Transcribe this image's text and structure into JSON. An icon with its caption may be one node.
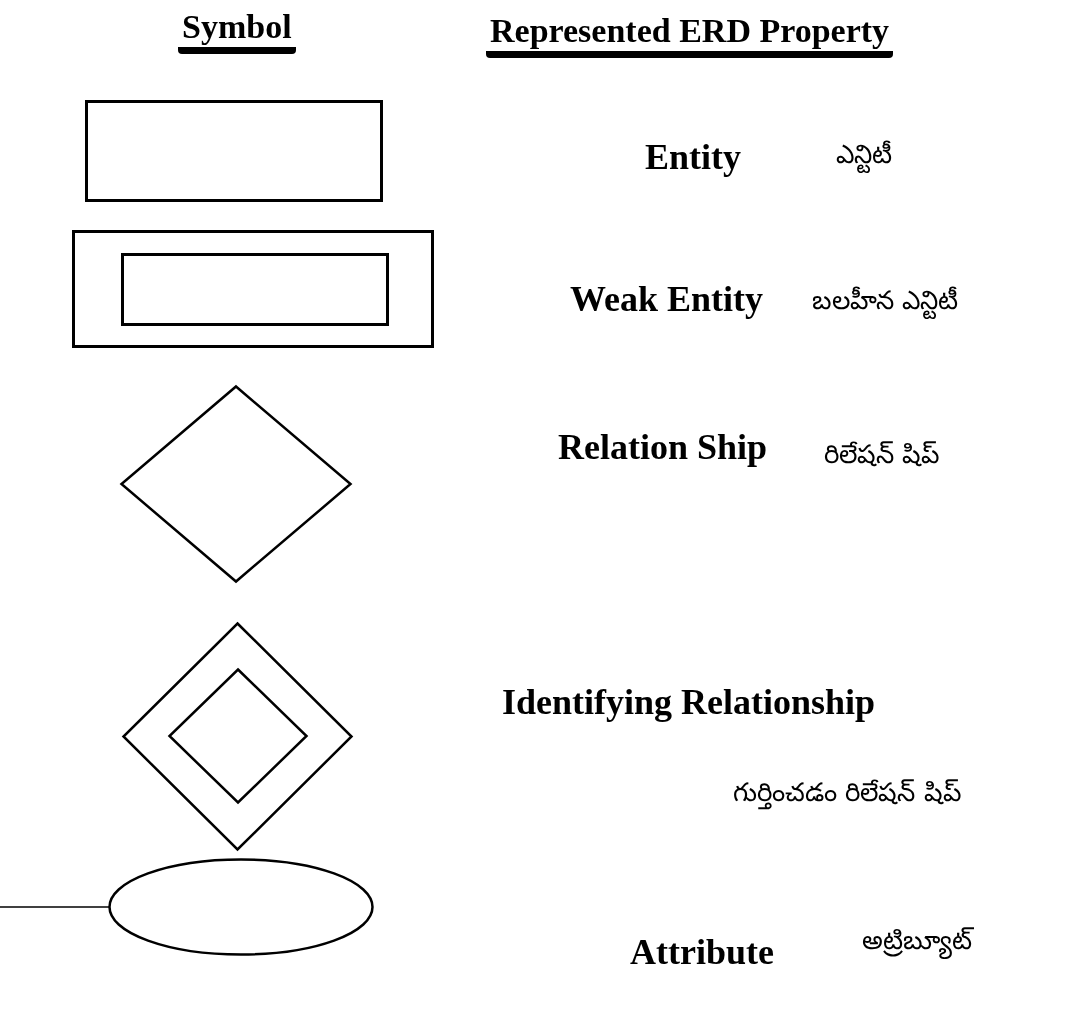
{
  "diagram": {
    "nodes": [
      {
        "text": [],
        "shape": "box"
      },
      {
        "text": [],
        "shape": "box"
      },
      {
        "text": [],
        "shape": "box",
        "in": 1
      },
      {
        "text": [],
        "shape": "diamond"
      },
      {
        "text": [],
        "shape": "diamond"
      },
      {
        "text": [],
        "shape": "diamond",
        "in": 4
      },
      {
        "text": [],
        "shape": "ellipse"
      }
    ],
    "edges": [
      {
        "from": null,
        "to": 6,
        "arrow": "none"
      }
    ],
    "labels": [
      "Symbol",
      "Represented ERD Property",
      "Entity",
      "ఎన్టిటీ",
      "Weak Entity",
      "బలహీన ఎన్టిటీ",
      "Relation Ship",
      "రిలేషన్ షిప్",
      "Identifying Relationship",
      "గుర్తించడం రిలేషన్ షిప్",
      "Attribute",
      "అట్రిబ్యూట్"
    ]
  }
}
